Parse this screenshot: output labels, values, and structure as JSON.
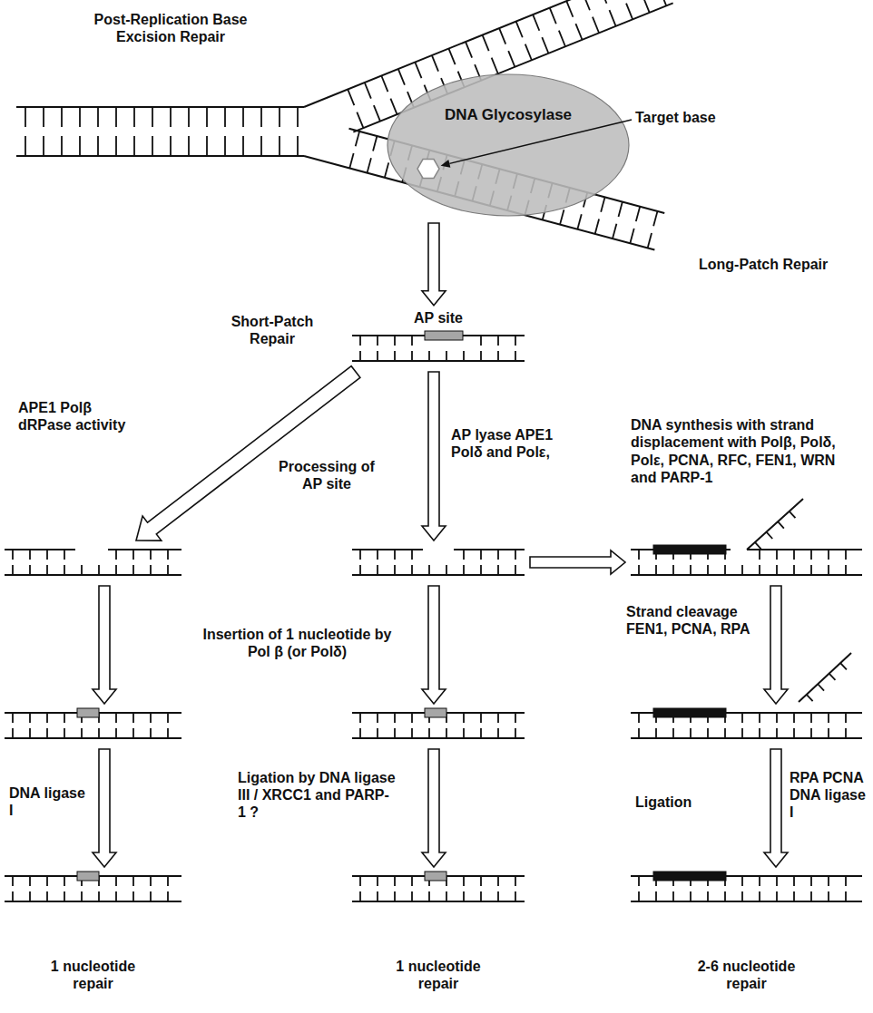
{
  "diagram": {
    "title": "Post-Replication Base Excision Repair",
    "nodes": [
      {
        "text": [
          "DNA Glycosylase"
        ]
      },
      {
        "text": [
          "AP site"
        ]
      },
      {
        "text": []
      },
      {
        "text": []
      },
      {
        "text": [
          "DNA synthesis with strand displacement with Polβ, Polδ, Polε, PCNA, RFC, FEN1, WRN and PARP-1"
        ]
      },
      {
        "text": []
      },
      {
        "text": []
      },
      {
        "text": []
      },
      {
        "text": [
          "1 nucleotide repair"
        ]
      },
      {
        "text": [
          "1 nucleotide repair"
        ]
      },
      {
        "text": [
          "2-6 nucleotide repair"
        ]
      }
    ],
    "edges": [
      {
        "from": 0,
        "to": 1,
        "arrow": "to"
      },
      {
        "from": 1,
        "to": 2,
        "label": "APE1 Polβ dRPase activity",
        "arrow": "to"
      },
      {
        "from": 1,
        "to": 3,
        "label": "AP lyase APE1 Polδ and Polε,",
        "arrow": "to"
      },
      {
        "from": 3,
        "to": 4,
        "arrow": "to"
      },
      {
        "from": 2,
        "to": 5,
        "arrow": "to"
      },
      {
        "from": 3,
        "to": 6,
        "arrow": "to"
      },
      {
        "from": 4,
        "to": 7,
        "label": "Strand cleavage FEN1, PCNA, RPA",
        "arrow": "to"
      },
      {
        "from": 5,
        "to": 8,
        "label": "DNA ligase I",
        "arrow": "to"
      },
      {
        "from": 6,
        "to": 9,
        "label": "Ligation by DNA ligase III / XRCC1 and PARP-1 ?",
        "arrow": "to"
      },
      {
        "from": 7,
        "to": 10,
        "label": "RPA PCNA DNA ligase I",
        "arrow": "to"
      }
    ],
    "labels": [
      "Target base",
      "Long-Patch Repair",
      "Short-Patch Repair",
      "Processing of AP site",
      "Insertion of 1 nucleotide by Pol β (or Polδ)",
      "Ligation"
    ]
  }
}
